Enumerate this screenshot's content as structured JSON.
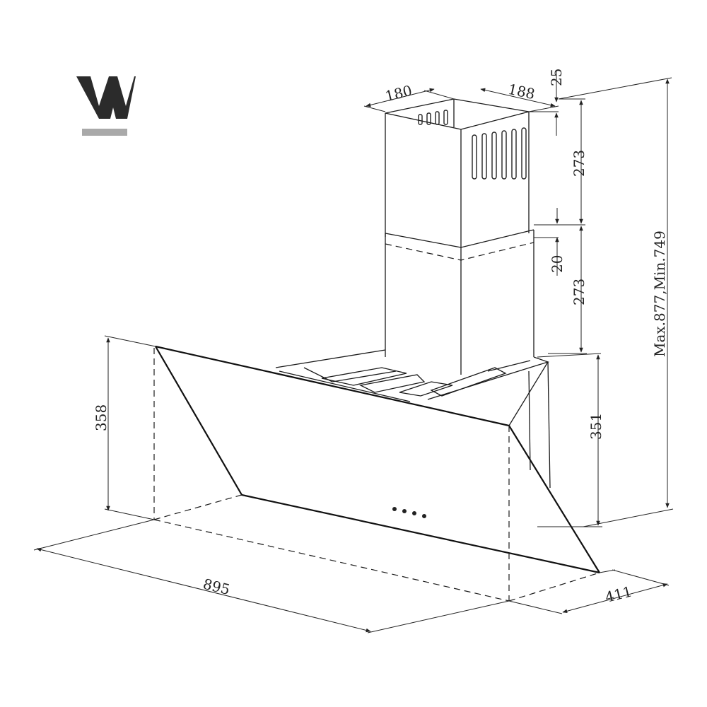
{
  "logo": {
    "letter": "W",
    "color": "#2b2b2b",
    "bar_color": "#a9a9a9"
  },
  "dimensions": {
    "chimney_width_left": "180",
    "chimney_width_right": "188",
    "chimney_top_offset": "25",
    "upper_chimney_height": "273",
    "chimney_overlap": "20",
    "lower_chimney_height": "273",
    "total_height": "Max.877,Min.749",
    "hood_height_left": "358",
    "hood_height_right": "351",
    "hood_width": "895",
    "hood_depth": "411"
  },
  "colors": {
    "line": "#1a1a1a",
    "background": "#ffffff"
  }
}
